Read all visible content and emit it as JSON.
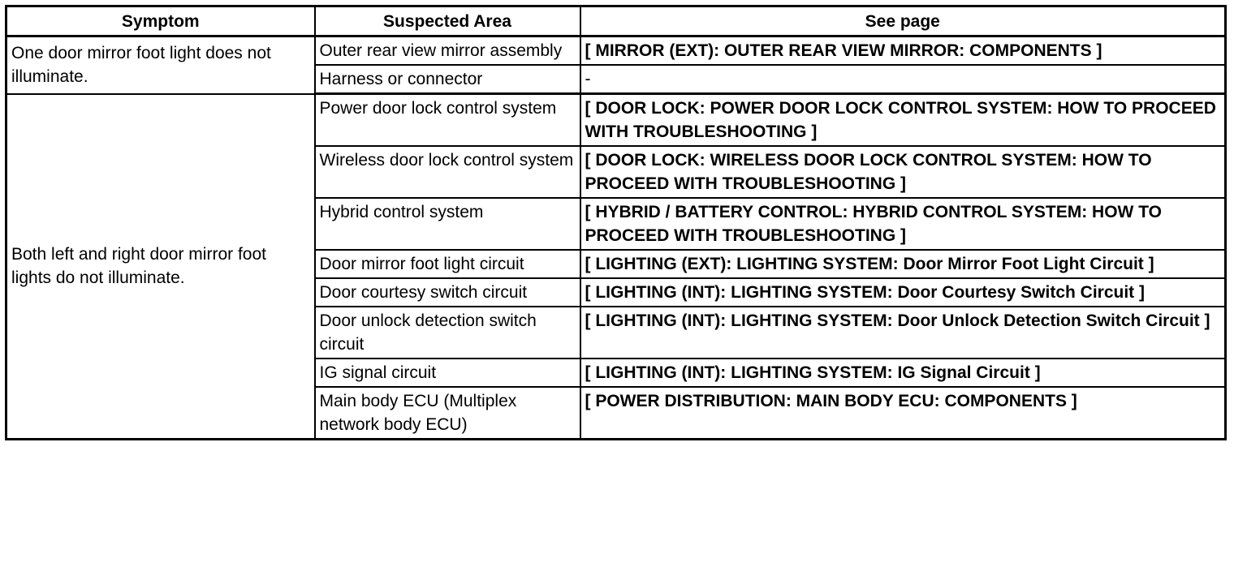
{
  "table": {
    "headers": [
      "Symptom",
      "Suspected Area",
      "See page"
    ],
    "groups": [
      {
        "symptom": "One door mirror foot light does not illuminate.",
        "rows": [
          {
            "area": "Outer rear view mirror assembly",
            "page": "[ MIRROR (EXT): OUTER REAR VIEW MIRROR: COMPONENTS ]"
          },
          {
            "area": "Harness or connector",
            "page": "-"
          }
        ]
      },
      {
        "symptom": "Both left and right door mirror foot lights do not illuminate.",
        "rows": [
          {
            "area": "Power door lock control system",
            "page": "[ DOOR LOCK: POWER DOOR LOCK CONTROL SYSTEM: HOW TO PROCEED WITH TROUBLESHOOTING ]"
          },
          {
            "area": "Wireless door lock control system",
            "page": "[ DOOR LOCK: WIRELESS DOOR LOCK CONTROL SYSTEM: HOW TO PROCEED WITH TROUBLESHOOTING ]"
          },
          {
            "area": "Hybrid control system",
            "page": "[ HYBRID / BATTERY CONTROL: HYBRID CONTROL SYSTEM: HOW TO PROCEED WITH TROUBLESHOOTING ]"
          },
          {
            "area": "Door mirror foot light circuit",
            "page": "[ LIGHTING (EXT): LIGHTING SYSTEM: Door Mirror Foot Light Circuit ]"
          },
          {
            "area": "Door courtesy switch circuit",
            "page": "[ LIGHTING (INT): LIGHTING SYSTEM: Door Courtesy Switch Circuit ]"
          },
          {
            "area": "Door unlock detection switch circuit",
            "page": "[ LIGHTING (INT): LIGHTING SYSTEM: Door Unlock Detection Switch Circuit ]"
          },
          {
            "area": "IG signal circuit",
            "page": "[ LIGHTING (INT): LIGHTING SYSTEM: IG Signal Circuit ]"
          },
          {
            "area": "Main body ECU (Multiplex network body ECU)",
            "page": "[ POWER DISTRIBUTION: MAIN BODY ECU: COMPONENTS ]"
          }
        ]
      }
    ]
  }
}
